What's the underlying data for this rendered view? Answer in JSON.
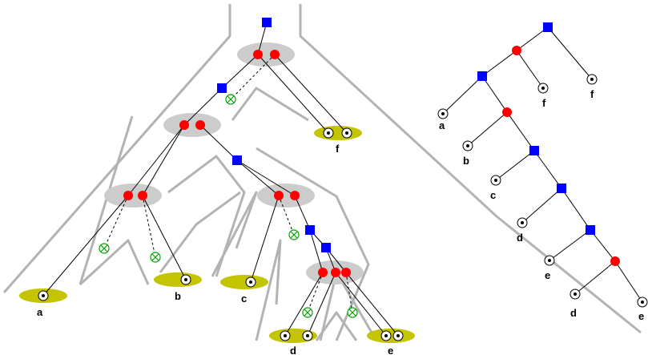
{
  "colors": {
    "species_tree_outline": "#b3b3b3",
    "duplication_ellipse": "#cccccc",
    "leaf_ellipse": "#c4c400",
    "speciation_node": "#0000ff",
    "duplication_node": "#ff0000",
    "loss_marker": "#00a000",
    "edge": "#000000"
  },
  "icons": {
    "speciation": "blue-square-node",
    "duplication": "red-circle-node",
    "loss": "green-circled-x",
    "extant_gene": "dotted-circle-leaf"
  },
  "embedded_tree": {
    "leaf_labels": [
      "a",
      "b",
      "c",
      "d",
      "e",
      "f"
    ]
  },
  "gene_tree": {
    "leaf_labels": [
      "a",
      "b",
      "c",
      "d",
      "e",
      "d",
      "e",
      "f",
      "f"
    ]
  }
}
